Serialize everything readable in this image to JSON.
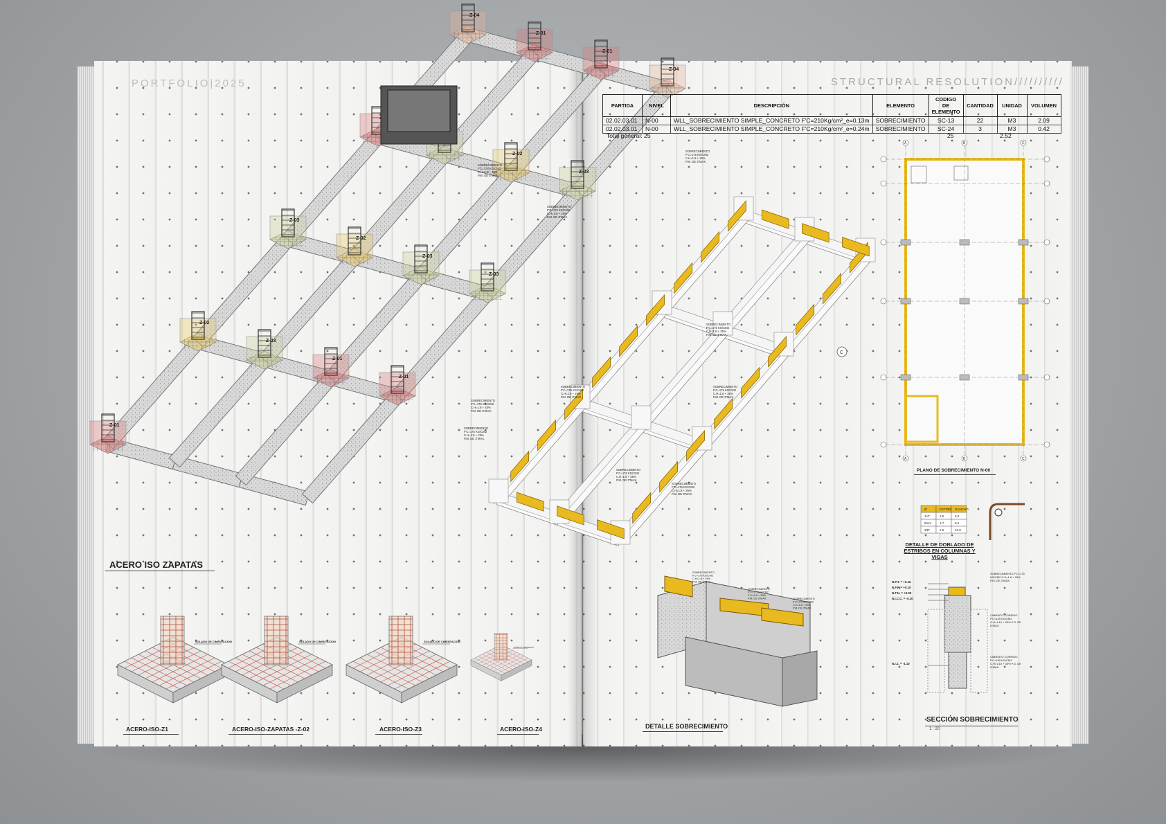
{
  "header": {
    "left": "PORTFOLIO|2025",
    "right": "STRUCTURAL RESOLUTION//////////"
  },
  "left_page": {
    "main_title": "ACERO ISO ZAPATAS",
    "zapata_tags": [
      "Z-04",
      "Z-01",
      "Z-01",
      "Z-04",
      "Z-01",
      "Z-03",
      "Z-02",
      "Z-03",
      "Z-03",
      "Z-02",
      "Z-03",
      "Z-03",
      "Z-02",
      "Z-03",
      "Z-01",
      "Z-01",
      "Z-01"
    ],
    "details": [
      {
        "caption": "ACERO-ISO-Z1",
        "note": "SOLADO DE CIMENTACION"
      },
      {
        "caption": "ACERO-ISO-ZAPATAS -Z-02",
        "note": "SOLADO DE CIMENTACION"
      },
      {
        "caption": "ACERO-ISO-Z3",
        "note": "SOLADO DE CIMENTACION"
      },
      {
        "caption": "ACERO-ISO-Z4",
        "note": "SOLADO DE CIMENTACION"
      }
    ]
  },
  "right_page": {
    "table": {
      "headers": [
        "PARTIDA",
        "NIVEL",
        "DESCRIPCIÓN",
        "ELEMENTO",
        "CODIGO DE ELEMENTO",
        "CANTIDAD",
        "UNIDAD",
        "VOLUMEN"
      ],
      "rows": [
        [
          "02.02.03.01",
          "N-00",
          "WLL_SOBRECIMIENTO SIMPLE_CONCRETO F'C=210Kg/cm²_e=0.13m",
          "SOBRECIMIENTO",
          "SC-13",
          "22",
          "M3",
          "2.09"
        ],
        [
          "02.02.03.01",
          "N-00",
          "WLL_SOBRECIMIENTO SIMPLE_CONCRETO F'C=210Kg/cm²_e=0.24m",
          "SOBRECIMIENTO",
          "SC-24",
          "3",
          "M3",
          "0.42"
        ]
      ],
      "total_label": "Total general: 25",
      "total_cantidad": "25",
      "total_volumen": "2.52"
    },
    "iso_label": "SOBRECIMIENTO\nF'C=175 KG/CM2\nC.H=1:8 + 25%\nP.M. DE 3\"MAX.",
    "plan_title": "PLANO DE SOBRECIMIENTO N-00",
    "doblado_title": "DETALLE DE DOBLADO DE ESTRIBOS EN COLUMNAS Y VIGAS",
    "doblado_table": [
      [
        "Ø",
        "ESTRIBO",
        "GANCHO"
      ],
      [
        "1/4\"",
        "1.5",
        "6.0"
      ],
      [
        "8mm",
        "1.7",
        "6.6"
      ],
      [
        "3/8\"",
        "2.5",
        "10.0"
      ]
    ],
    "detalle_title": "DETALLE SOBRECIMIENTO",
    "seccion_title": "SECCIÓN SOBRECIMIENTO",
    "seccion_scale": "1 : 20",
    "seccion_levels": [
      "N.P.T. = +0.15",
      "N.F.P. = +0.10",
      "N.T.N. = +0.00",
      "N.I.C.C. = -0.10",
      "N.I.Z. = -1.10"
    ],
    "seccion_notes": [
      "SOBRECIMIENTO F'C=175 KG/CM2 C.H=1:8 + 25% P.M. DE 3\"MAX.",
      "CIMIENTO CORRIDO F'C=100 KG/CM2 C.H=1:10 + 30% P.G. DE 6\"MAX.",
      "CIMIENTO CORRIDO F'C=100 KG/CM2 C.H=1:10 + 30% P.G. DE 6\"MAX."
    ],
    "grid_letters": [
      "A",
      "B",
      "C"
    ]
  },
  "colors": {
    "accent_yellow": "#e9b920",
    "zapata_red": "#d97b7b",
    "zapata_yellow": "#e7c867",
    "zapata_green": "#cdd29a",
    "ink": "#222222"
  }
}
